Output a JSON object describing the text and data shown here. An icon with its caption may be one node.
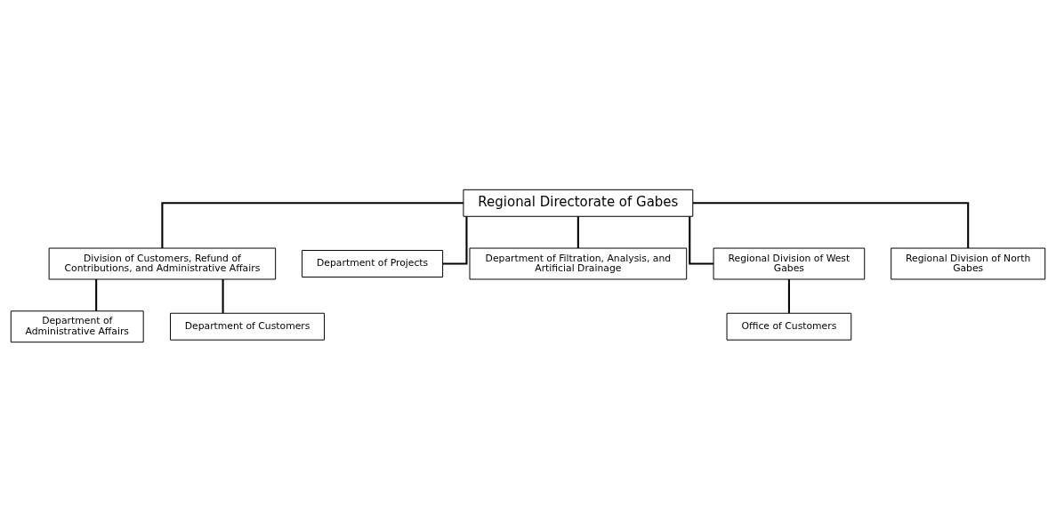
{
  "diagram": {
    "nodes": [
      {
        "text": [
          "Regional Directorate of Gabes"
        ]
      },
      {
        "text": [
          "Division of Customers, Refund of Contributions, and Administrative Affairs"
        ]
      },
      {
        "text": [
          "Department of Projects"
        ]
      },
      {
        "text": [
          "Department of Administrative Affairs"
        ]
      },
      {
        "text": [
          "Department of Customers"
        ]
      },
      {
        "text": [
          "Department of Filtration, Analysis, and Artificial Drainage"
        ]
      },
      {
        "text": [
          "Regional Division of West Gabes"
        ]
      },
      {
        "text": [
          "Regional Division of North Gabes"
        ]
      },
      {
        "text": [
          "Office of Customers"
        ]
      }
    ],
    "edges": [
      {
        "from": 0,
        "to": 1,
        "arrow": "none"
      },
      {
        "from": 0,
        "to": 2,
        "arrow": "none"
      },
      {
        "from": 0,
        "to": 5,
        "arrow": "none"
      },
      {
        "from": 0,
        "to": 6,
        "arrow": "none"
      },
      {
        "from": 0,
        "to": 7,
        "arrow": "none"
      },
      {
        "from": 1,
        "to": 3,
        "arrow": "none"
      },
      {
        "from": 1,
        "to": 4,
        "arrow": "none"
      },
      {
        "from": 6,
        "to": 8,
        "arrow": "none"
      }
    ]
  }
}
